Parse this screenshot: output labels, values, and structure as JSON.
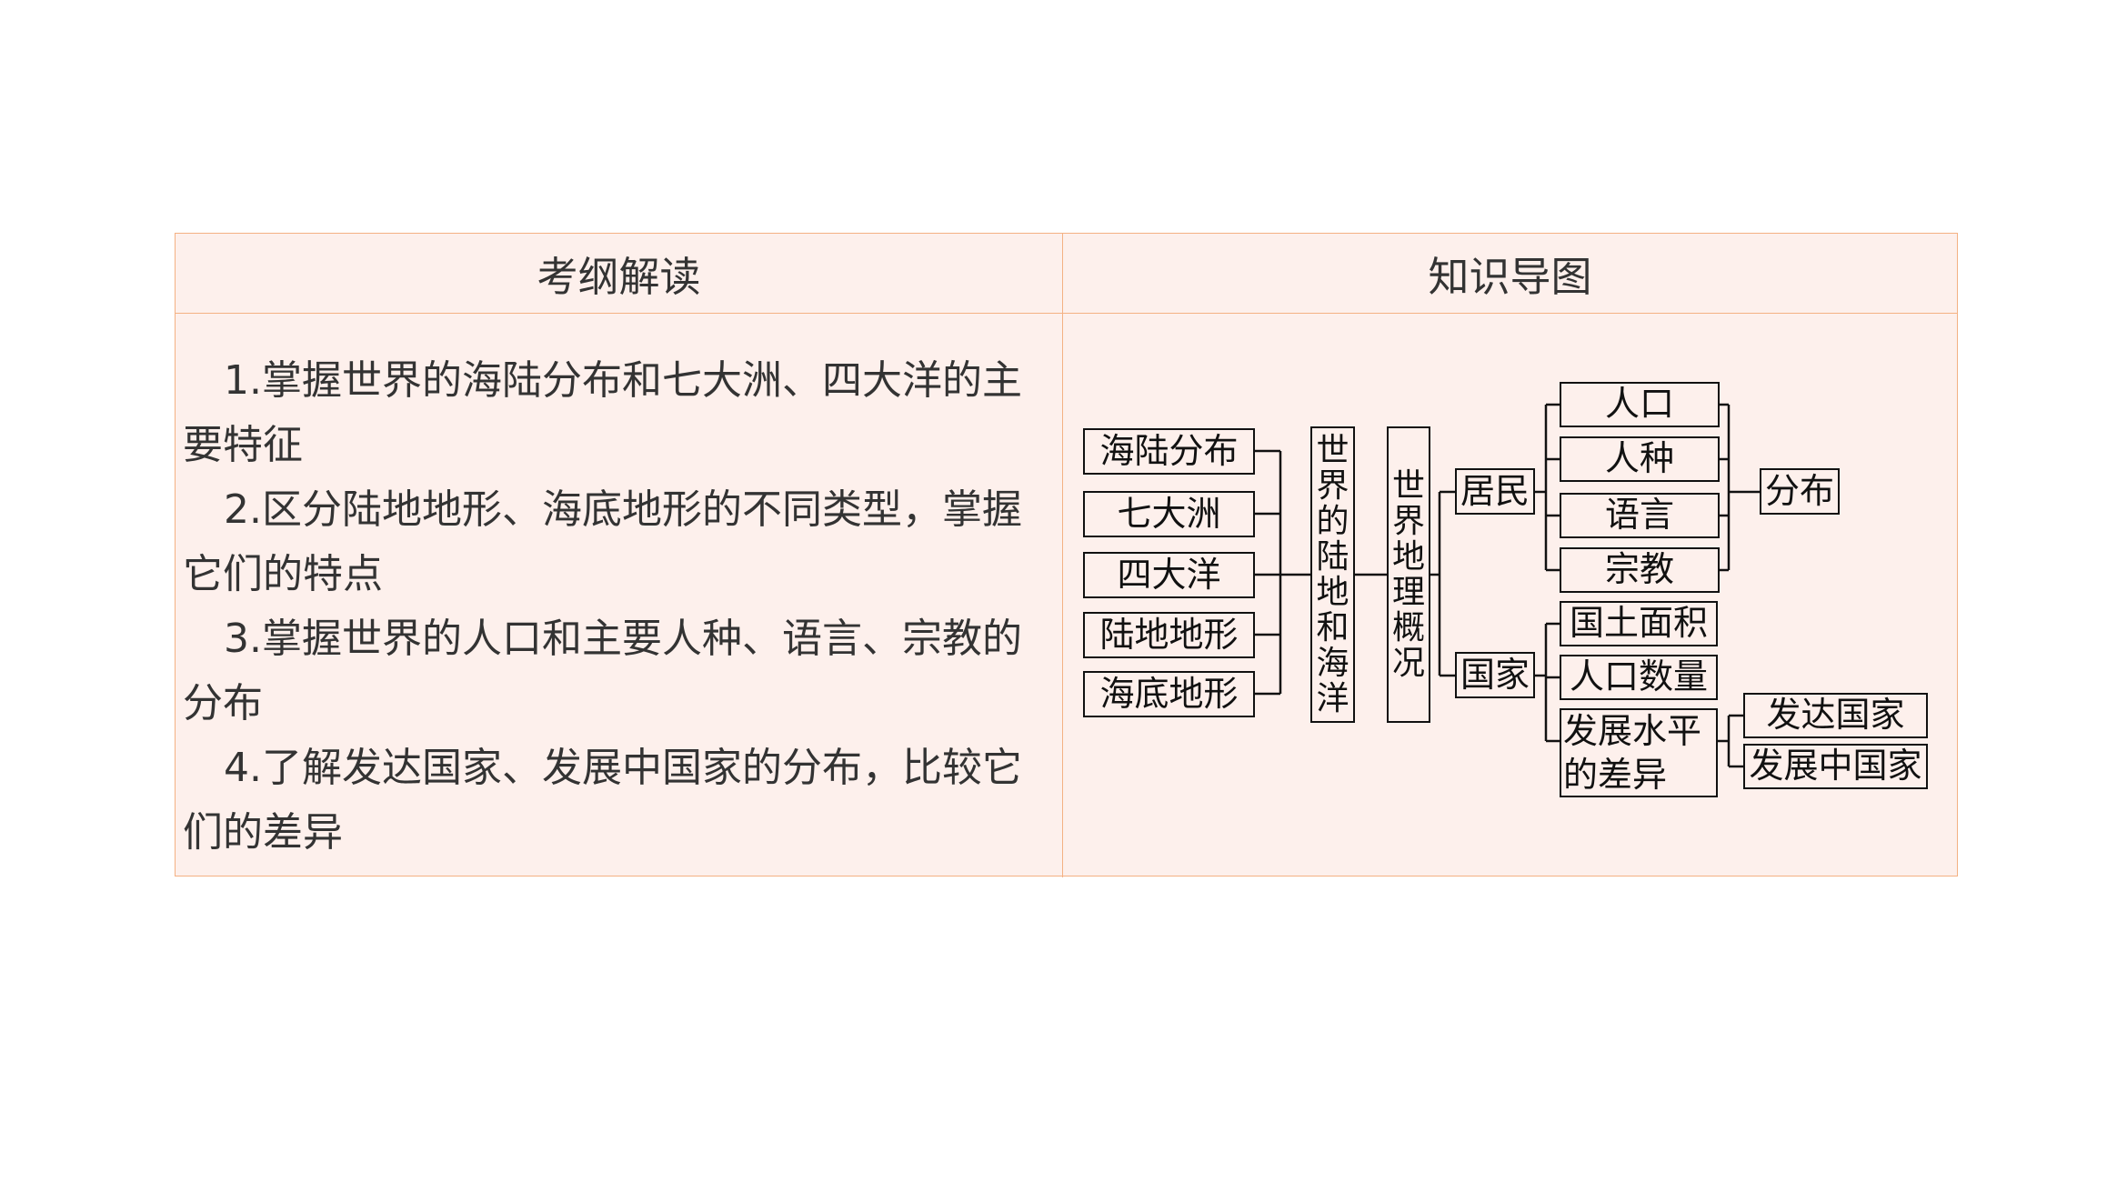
{
  "table": {
    "header_left": "考纲解读",
    "header_right": "知识导图",
    "items": [
      "1.掌握世界的海陆分布和七大洲、四大洋的主要特征",
      "2.区分陆地地形、海底地形的不同类型，掌握它们的特点",
      "3.掌握世界的人口和主要人种、语言、宗教的分布",
      "4.了解发达国家、发展中国家的分布，比较它们的差异"
    ]
  },
  "mindmap": {
    "left_items": [
      "海陆分布",
      "七大洲",
      "四大洋",
      "陆地地形",
      "海底地形"
    ],
    "land_sea": "世界的陆地和海洋",
    "root": "世界地理概况",
    "residents": "居民",
    "resident_items": [
      "人口",
      "人种",
      "语言",
      "宗教"
    ],
    "distribution": "分布",
    "country": "国家",
    "country_items": [
      "国土面积",
      "人口数量"
    ],
    "development_level": [
      "发展水平",
      "的差异"
    ],
    "development_items": [
      "发达国家",
      "发展中国家"
    ]
  }
}
